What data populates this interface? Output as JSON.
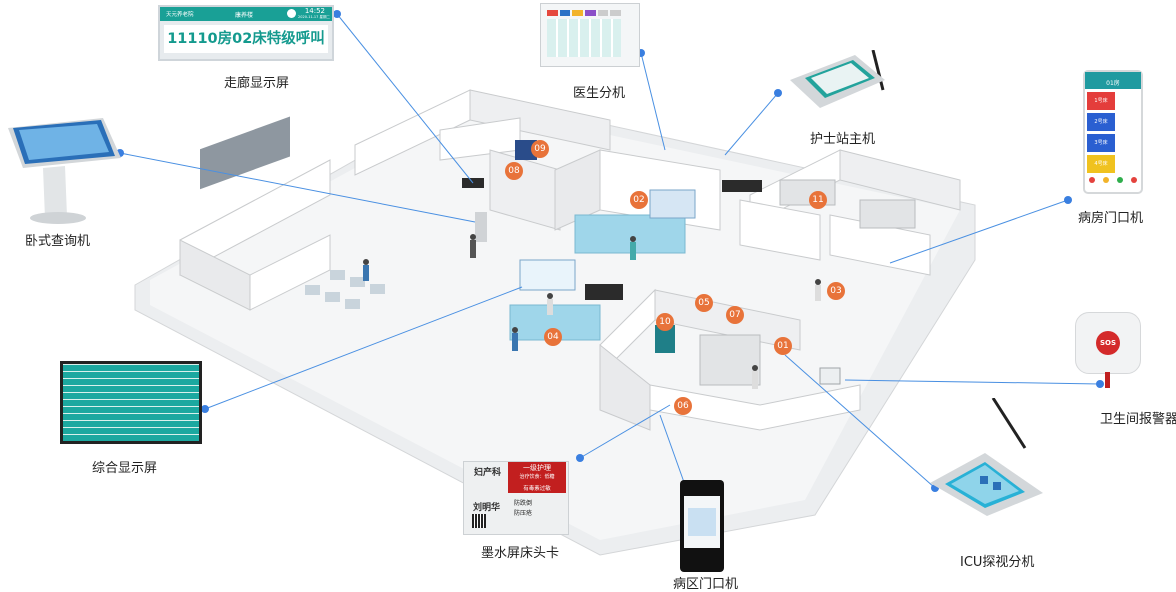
{
  "labels": {
    "corridor_display": "走廊显示屏",
    "doctor_extension": "医生分机",
    "nurse_station_host": "护士站主机",
    "ward_door_unit": "病房门口机",
    "kiosk": "卧式查询机",
    "integrated_display": "综合显示屏",
    "bathroom_alarm": "卫生间报警器",
    "eink_bedcard": "墨水屏床头卡",
    "icu_visit_unit": "ICU探视分机",
    "ward_area_door_unit": "病区门口机"
  },
  "corridor_screen": {
    "header_left": "天元养老院",
    "header_center": "康养楼",
    "time": "14:52",
    "date": "2020-11-17 星期二",
    "message": "11110房02床特级呼叫"
  },
  "markers": [
    "01",
    "02",
    "03",
    "04",
    "05",
    "06",
    "07",
    "08",
    "09",
    "10",
    "11"
  ],
  "door_unit": {
    "room": "01房",
    "beds": [
      "1号床",
      "2号床",
      "3号床",
      "4号床"
    ]
  },
  "bedcard": {
    "dept": "妇产科",
    "name": "刘明华",
    "care_level": "一级护理",
    "diet": "治疗饮食：低糖",
    "tag": "有毒素过敏",
    "notes": [
      "防跌倒",
      "防压疮"
    ]
  },
  "alarm": {
    "badge": "SOS"
  },
  "colors": {
    "teal": "#1aa39a",
    "orange": "#e8733a",
    "line": "#4a90e2",
    "dot": "#3a7fe0",
    "red": "#d42a2a"
  }
}
